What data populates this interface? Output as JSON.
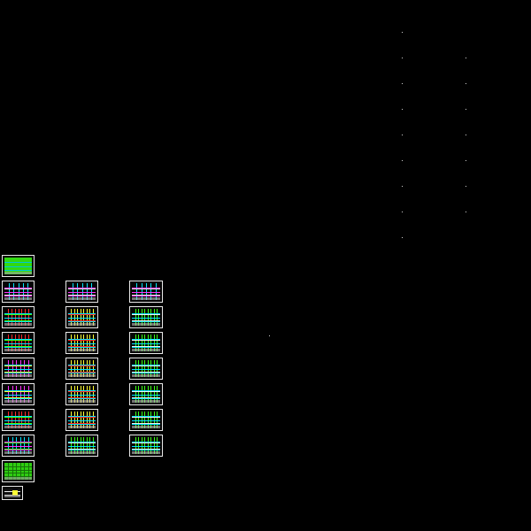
{
  "viewport": {
    "background": "#000000"
  },
  "colors": {
    "green": "#39ff14",
    "cyan": "#00e5ff",
    "red": "#ff2a2a",
    "magenta": "#ff33ff",
    "yellow": "#ffff33",
    "white": "#f0f0f0"
  },
  "columns": [
    {
      "name": "column-1",
      "sheets": [
        {
          "style": "title"
        },
        {
          "style": "plan-a"
        },
        {
          "style": "plan-red"
        },
        {
          "style": "plan-red"
        },
        {
          "style": "plan-mixed"
        },
        {
          "style": "plan-mixed"
        },
        {
          "style": "plan-red"
        },
        {
          "style": "plan-cyan"
        },
        {
          "style": "green-solid"
        },
        {
          "style": "small-legend"
        }
      ]
    },
    {
      "name": "column-2",
      "sheets": [
        {
          "style": "plan-a"
        },
        {
          "style": "plan-yellow"
        },
        {
          "style": "plan-yellow"
        },
        {
          "style": "plan-yellow"
        },
        {
          "style": "plan-yellow"
        },
        {
          "style": "plan-yellow"
        },
        {
          "style": "plan-green"
        }
      ]
    },
    {
      "name": "column-3",
      "sheets": [
        {
          "style": "plan-a"
        },
        {
          "style": "plan-green"
        },
        {
          "style": "plan-green"
        },
        {
          "style": "plan-green"
        },
        {
          "style": "plan-green"
        },
        {
          "style": "plan-green"
        },
        {
          "style": "plan-green"
        }
      ]
    }
  ]
}
